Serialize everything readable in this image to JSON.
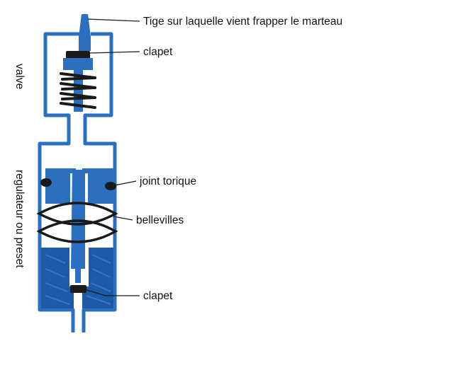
{
  "labels": {
    "tige": "Tige sur laquelle vient frapper le marteau",
    "clapet_top": "clapet",
    "joint": "joint torique",
    "bellevilles": "bellevilles",
    "clapet_bottom": "clapet"
  },
  "side_labels": {
    "valve": "valve",
    "regulateur": "regulateur ou preset"
  },
  "colors": {
    "blue": "#2a6fc0",
    "blue_dark": "#1f5aa8",
    "black": "#1a1a1a"
  }
}
